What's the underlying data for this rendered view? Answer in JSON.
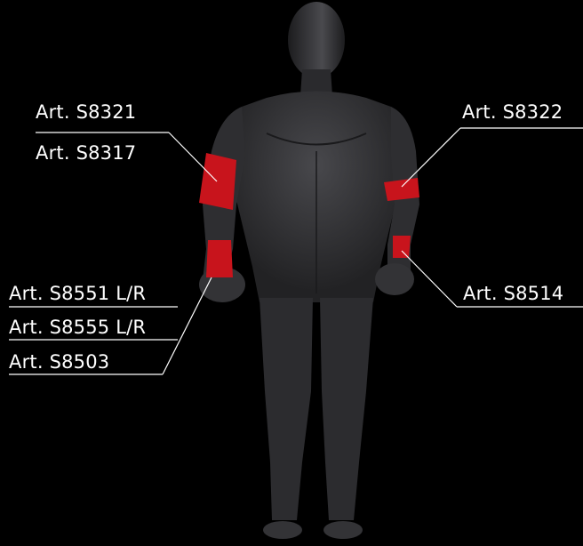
{
  "labels": {
    "s8321": "Art. S8321",
    "s8317": "Art. S8317",
    "s8322": "Art. S8322",
    "s8551": "Art. S8551 L/R",
    "s8555": "Art. S8555 L/R",
    "s8503": "Art. S8503",
    "s8514": "Art. S8514"
  },
  "colors": {
    "background": "#000000",
    "body": "#2b2b2e",
    "body_highlight": "#4a4a4e",
    "support": "#c8141c",
    "text": "#ffffff",
    "leader_line": "#ffffff"
  }
}
